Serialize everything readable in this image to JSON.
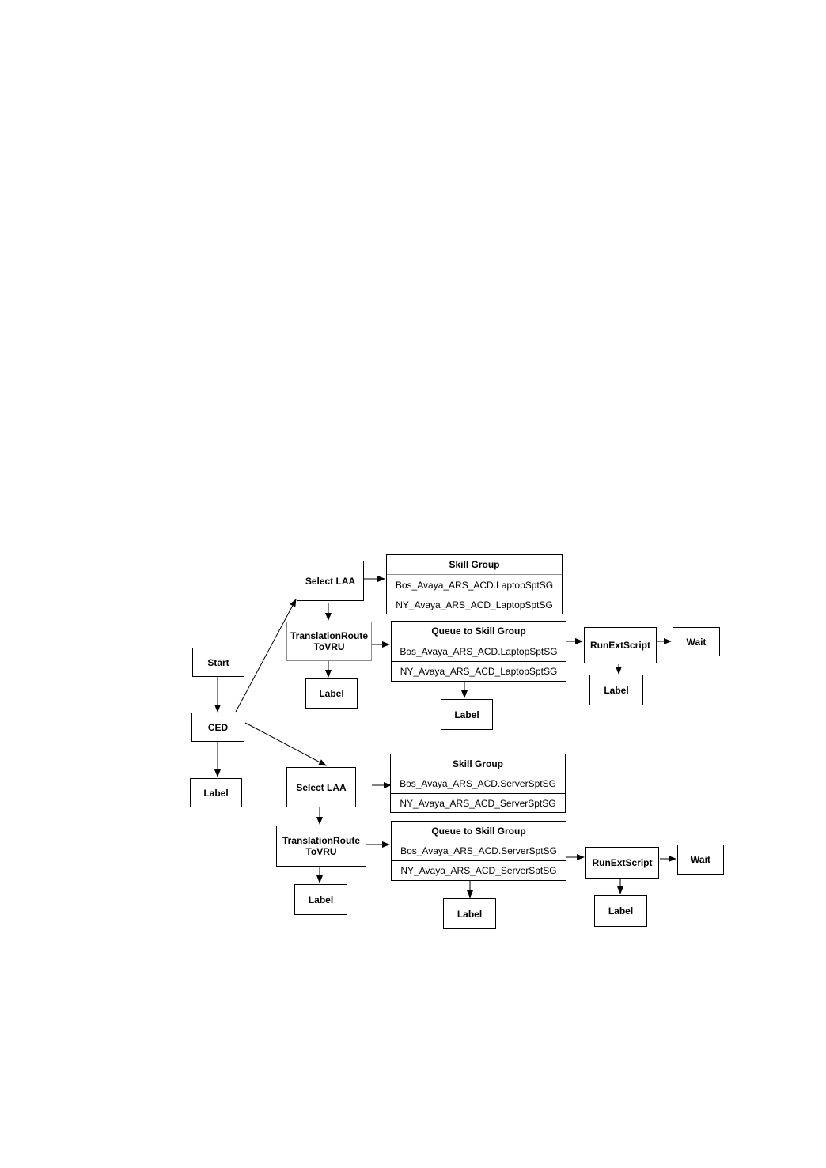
{
  "nodes": {
    "start": "Start",
    "ced": "CED",
    "label": "Label",
    "select_laa": "Select LAA",
    "translation_route": "TranslationRoute\nToVRU",
    "run_ext_script": "RunExtScript",
    "wait": "Wait"
  },
  "upper_branch": {
    "skill_group": {
      "title": "Skill Group",
      "rows": [
        "Bos_Avaya_ARS_ACD.LaptopSptSG",
        "NY_Avaya_ARS_ACD_LaptopSptSG"
      ]
    },
    "queue": {
      "title": "Queue to Skill Group",
      "rows": [
        "Bos_Avaya_ARS_ACD.LaptopSptSG",
        "NY_Avaya_ARS_ACD_LaptopSptSG"
      ]
    }
  },
  "lower_branch": {
    "skill_group": {
      "title": "Skill Group",
      "rows": [
        "Bos_Avaya_ARS_ACD.ServerSptSG",
        "NY_Avaya_ARS_ACD_ServerSptSG"
      ]
    },
    "queue": {
      "title": "Queue to Skill Group",
      "rows": [
        "Bos_Avaya_ARS_ACD.ServerSptSG",
        "NY_Avaya_ARS_ACD_ServerSptSG"
      ]
    }
  },
  "colors": {
    "line": "#000000",
    "border_light": "#8c8c8c"
  }
}
